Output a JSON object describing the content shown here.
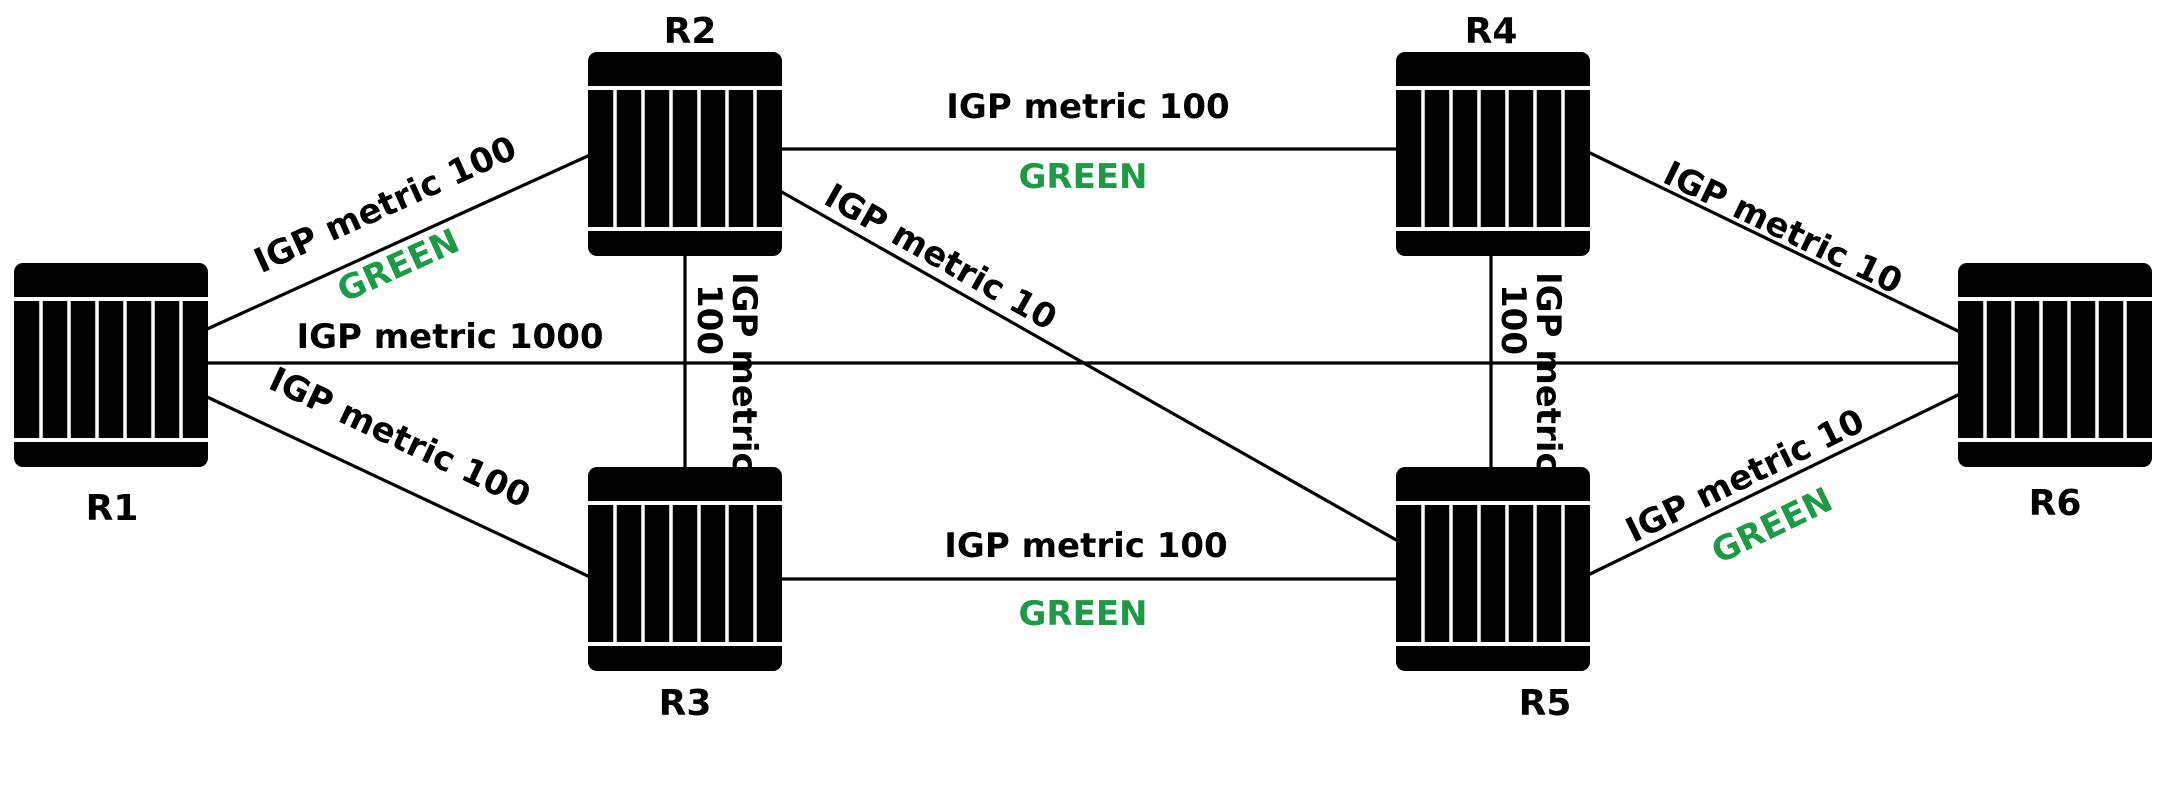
{
  "colors": {
    "ink": "#000000",
    "tag": "#1d9a45",
    "background": "#ffffff"
  },
  "icons": {
    "router": "router-icon"
  },
  "routers": {
    "r1": "R1",
    "r2": "R2",
    "r3": "R3",
    "r4": "R4",
    "r5": "R5",
    "r6": "R6"
  },
  "links": {
    "r1_r2": {
      "metric": "IGP metric 100",
      "tag": "GREEN"
    },
    "r1_r6": {
      "metric": "IGP metric 1000"
    },
    "r1_r3": {
      "metric": "IGP metric 100"
    },
    "r2_r4": {
      "metric": "IGP metric 100",
      "tag": "GREEN"
    },
    "r2_r5": {
      "metric": "IGP metric 10"
    },
    "r2_r3": {
      "metric": "IGP metric",
      "metric_value": "100"
    },
    "r4_r5": {
      "metric": "IGP metric",
      "metric_value": "100"
    },
    "r4_r6": {
      "metric": "IGP metric 10"
    },
    "r3_r5": {
      "metric": "IGP metric 100",
      "tag": "GREEN"
    },
    "r5_r6": {
      "metric": "IGP metric 10",
      "tag": "GREEN"
    }
  }
}
